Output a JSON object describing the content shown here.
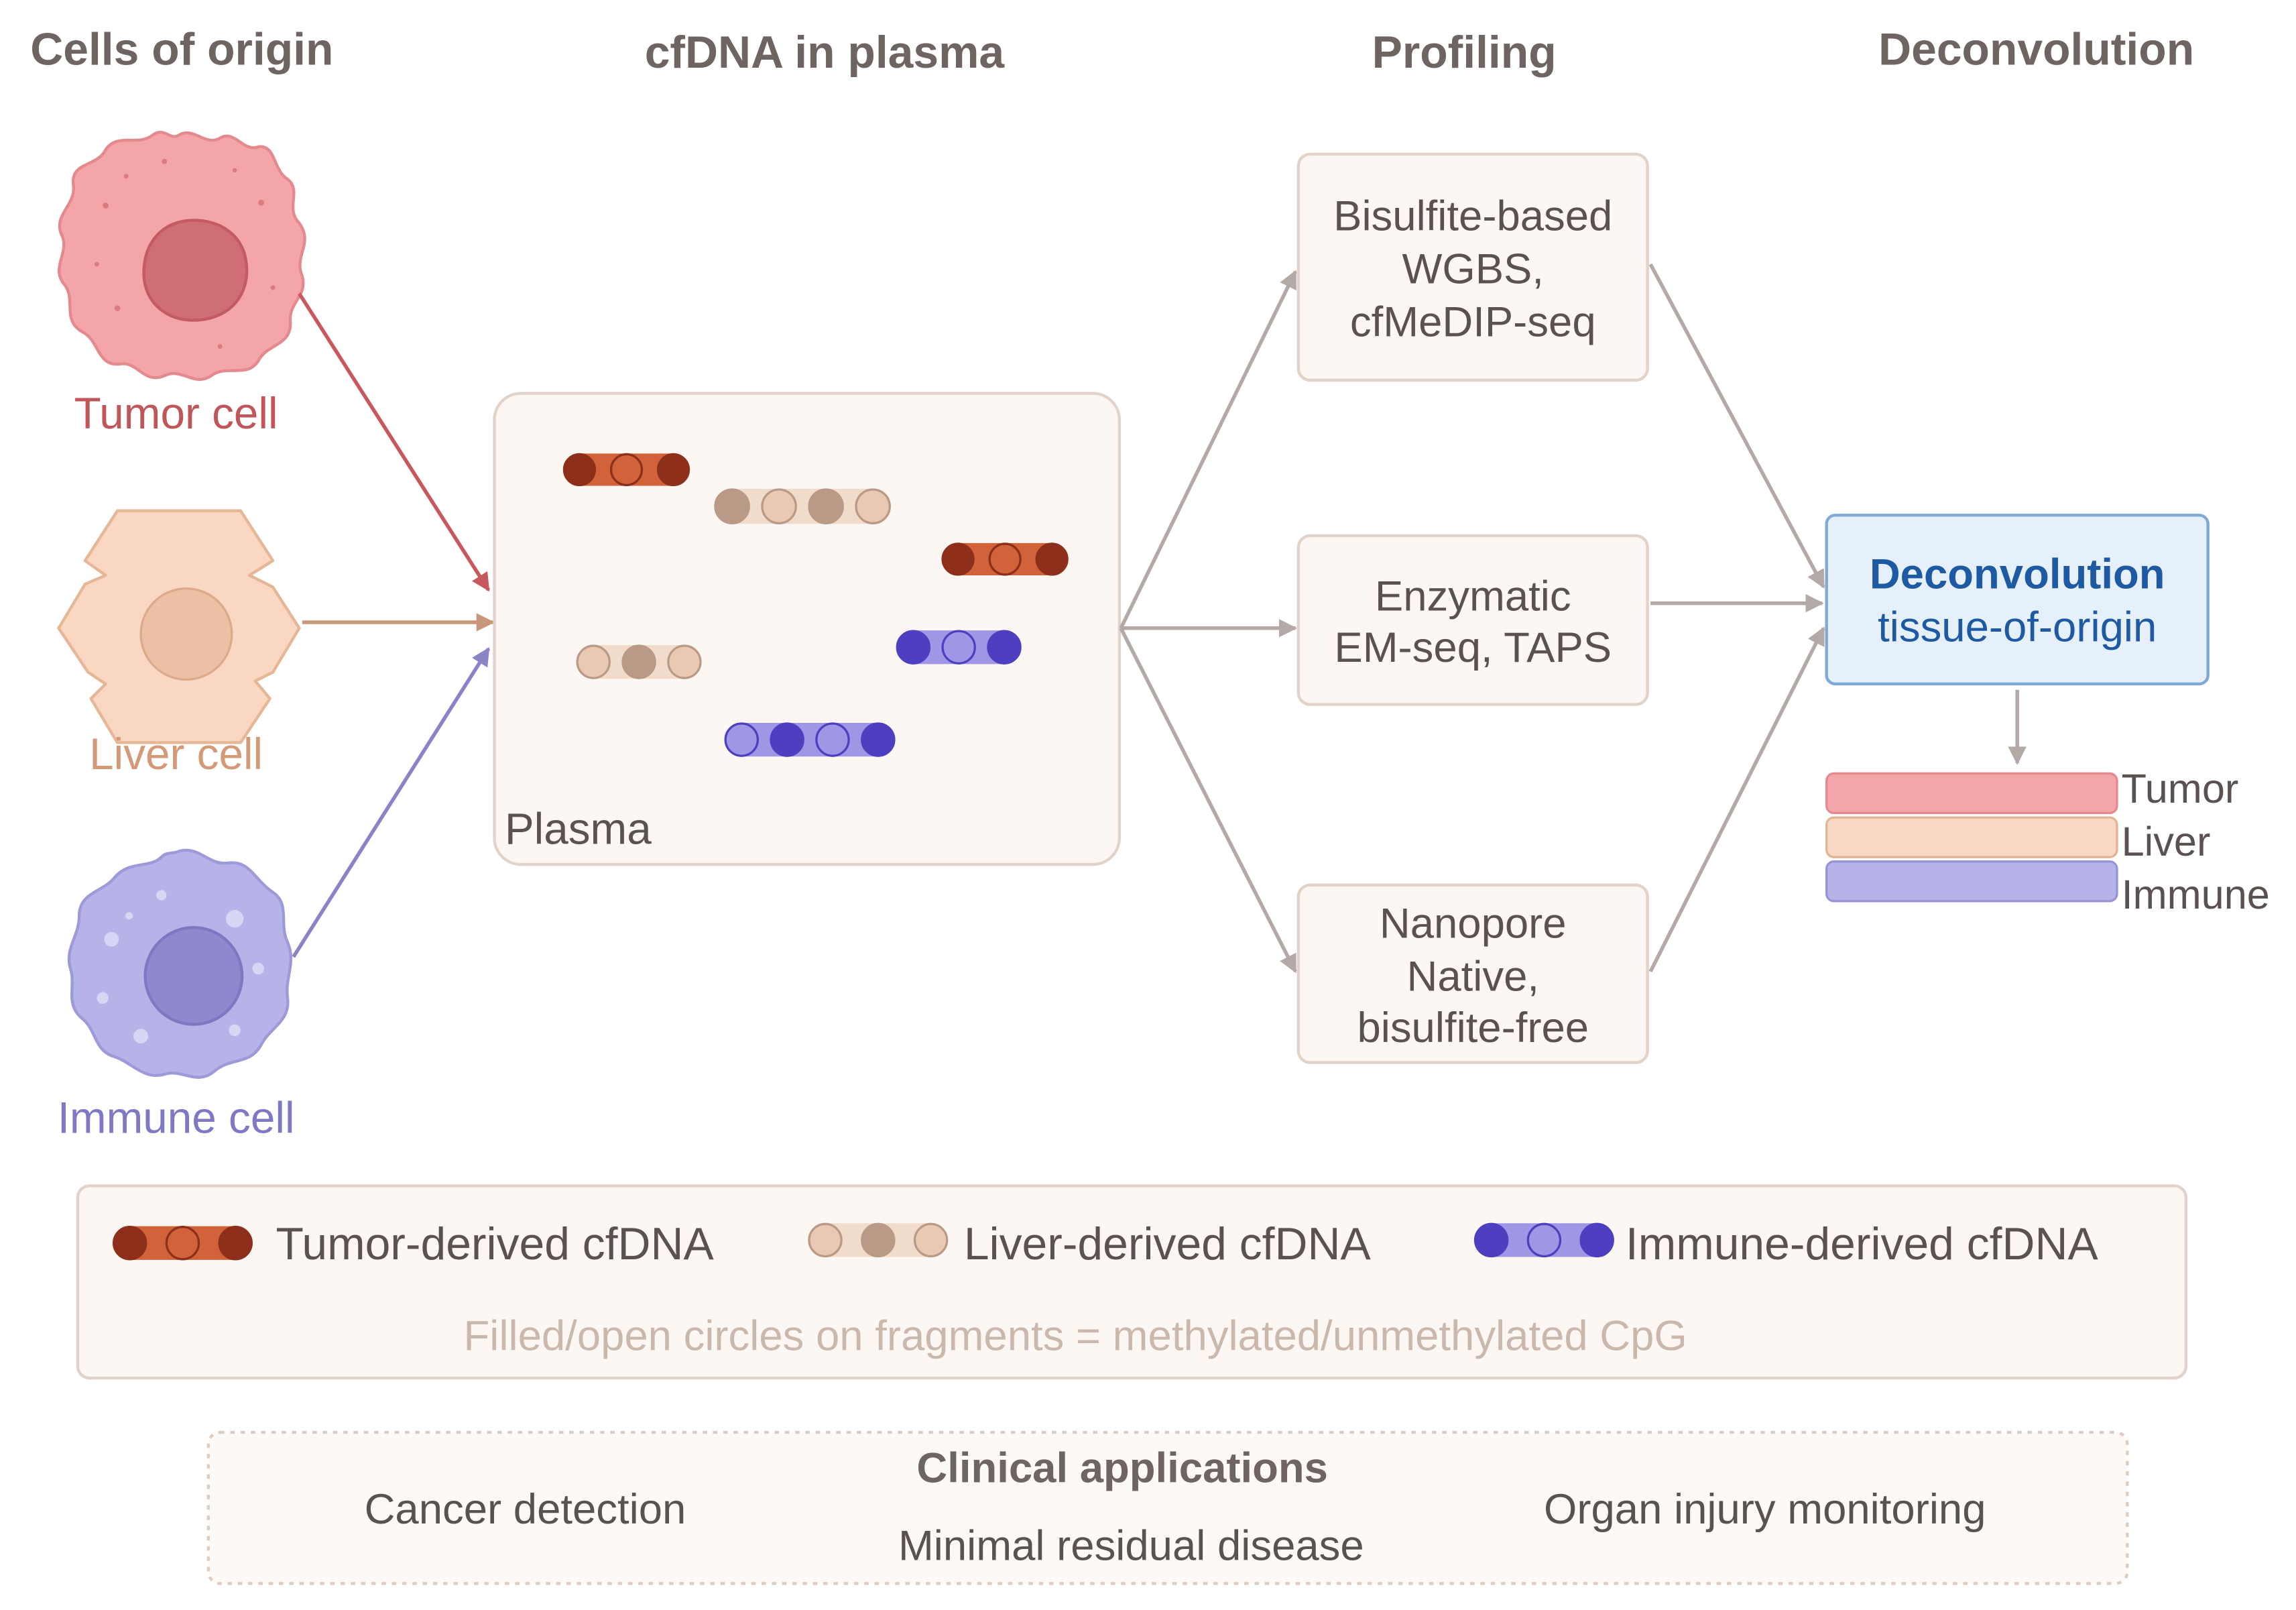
{
  "columns": {
    "origin": "Cells of origin",
    "plasma": "cfDNA in plasma",
    "profiling": "Profiling",
    "deconvolution": "Deconvolution"
  },
  "cells": {
    "tumor": "Tumor cell",
    "liver": "Liver cell",
    "immune": "Immune cell"
  },
  "plasma_box": {
    "label": "Plasma"
  },
  "profiling": {
    "bisulfite": [
      "Bisulfite-based",
      "WGBS,",
      "cfMeDIP-seq"
    ],
    "enzymatic": [
      "Enzymatic",
      "EM-seq, TAPS"
    ],
    "nanopore": [
      "Nanopore",
      "Native,",
      "bisulfite-free"
    ]
  },
  "deconv_box": {
    "title": "Deconvolution",
    "subtitle": "tissue-of-origin"
  },
  "stack": {
    "tumor": "Tumor",
    "liver": "Liver",
    "immune": "Immune"
  },
  "legend": {
    "tumor": "Tumor-derived cfDNA",
    "liver": "Liver-derived cfDNA",
    "immune": "Immune-derived cfDNA",
    "note": "Filled/open circles on fragments = methylated/unmethylated CpG"
  },
  "clinical": {
    "title": "Clinical applications",
    "left": "Cancer detection",
    "center": "Minimal residual disease",
    "right": "Organ injury monitoring"
  },
  "colors": {
    "heading": "#6e6462",
    "body_text": "#5a5250",
    "arrow": "#b3a9a6",
    "box_fill": "#fdf7f3",
    "box_stroke": "#e2d3ca",
    "tumor_text": "#c0555a",
    "liver_text": "#d49a77",
    "immune_text": "#7f78c4",
    "deconv_fill": "#e5f0fb",
    "deconv_stroke": "#7fa9d6",
    "deconv_title": "#1d5aa3",
    "tumor_frag_bar": "#d2623a",
    "tumor_frag_dark": "#8d2f1b",
    "liver_frag_bar": "#f1dccc",
    "liver_frag_dark": "#b99a86",
    "liver_frag_light": "#e9c9b4",
    "immune_frag_bar": "#9f97e5",
    "immune_frag_dark": "#4e3fc1",
    "stack_tumor": "#f4a5a8",
    "stack_liver": "#f9d7c2",
    "stack_immune": "#b6b3e9"
  },
  "fragments": [
    {
      "type": "tumor",
      "methylation": [
        1,
        0,
        1
      ]
    },
    {
      "type": "liver",
      "methylation": [
        1,
        0,
        1,
        0
      ]
    },
    {
      "type": "tumor",
      "methylation": [
        1,
        0,
        1
      ]
    },
    {
      "type": "liver",
      "methylation": [
        0,
        1,
        0
      ]
    },
    {
      "type": "immune",
      "methylation": [
        1,
        0,
        1
      ]
    },
    {
      "type": "immune",
      "methylation": [
        0,
        1,
        0,
        1
      ]
    }
  ],
  "legend_fragments": [
    {
      "type": "tumor",
      "methylation": [
        1,
        0,
        1
      ]
    },
    {
      "type": "liver",
      "methylation": [
        0,
        1,
        0
      ]
    },
    {
      "type": "immune",
      "methylation": [
        1,
        0,
        1
      ]
    }
  ]
}
